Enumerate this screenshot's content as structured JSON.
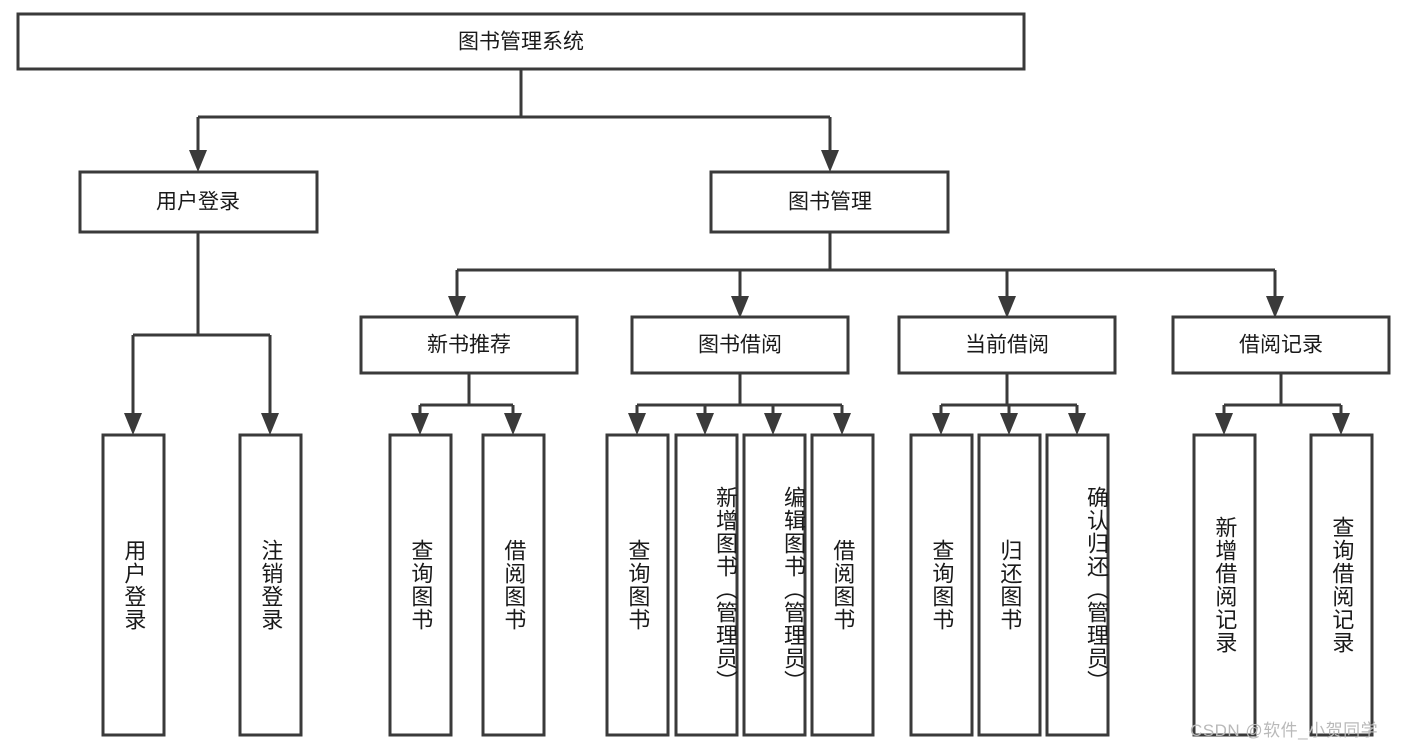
{
  "diagram": {
    "type": "tree",
    "title": "图书管理系统",
    "root": {
      "id": "root",
      "label": "图书管理系统",
      "orientation": "horizontal"
    },
    "level1": [
      {
        "id": "user-login",
        "label": "用户登录",
        "orientation": "horizontal"
      },
      {
        "id": "book-management",
        "label": "图书管理",
        "orientation": "horizontal"
      }
    ],
    "level2": [
      {
        "id": "new-book-recommend",
        "label": "新书推荐",
        "parent": "book-management",
        "orientation": "horizontal"
      },
      {
        "id": "book-borrow",
        "label": "图书借阅",
        "parent": "book-management",
        "orientation": "horizontal"
      },
      {
        "id": "current-borrow",
        "label": "当前借阅",
        "parent": "book-management",
        "orientation": "horizontal"
      },
      {
        "id": "borrow-record",
        "label": "借阅记录",
        "parent": "book-management",
        "orientation": "horizontal"
      }
    ],
    "leaves": [
      {
        "id": "leaf-user-login",
        "label": "用户登录",
        "parent": "user-login",
        "orientation": "vertical"
      },
      {
        "id": "leaf-user-logout",
        "label": "注销登录",
        "parent": "user-login",
        "orientation": "vertical"
      },
      {
        "id": "leaf-query-book-1",
        "label": "查询图书",
        "parent": "new-book-recommend",
        "orientation": "vertical"
      },
      {
        "id": "leaf-borrow-book-1",
        "label": "借阅图书",
        "parent": "new-book-recommend",
        "orientation": "vertical"
      },
      {
        "id": "leaf-query-book-2",
        "label": "查询图书",
        "parent": "book-borrow",
        "orientation": "vertical"
      },
      {
        "id": "leaf-add-book",
        "label": "新增图书（管理员）",
        "parent": "book-borrow",
        "orientation": "vertical"
      },
      {
        "id": "leaf-edit-book",
        "label": "编辑图书（管理员）",
        "parent": "book-borrow",
        "orientation": "vertical"
      },
      {
        "id": "leaf-borrow-book-2",
        "label": "借阅图书",
        "parent": "book-borrow",
        "orientation": "vertical"
      },
      {
        "id": "leaf-query-book-3",
        "label": "查询图书",
        "parent": "current-borrow",
        "orientation": "vertical"
      },
      {
        "id": "leaf-return-book",
        "label": "归还图书",
        "parent": "current-borrow",
        "orientation": "vertical"
      },
      {
        "id": "leaf-confirm-return",
        "label": "确认归还（管理员）",
        "parent": "current-borrow",
        "orientation": "vertical"
      },
      {
        "id": "leaf-add-record",
        "label": "新增借阅记录",
        "parent": "borrow-record",
        "orientation": "vertical"
      },
      {
        "id": "leaf-query-record",
        "label": "查询借阅记录",
        "parent": "borrow-record",
        "orientation": "vertical"
      }
    ],
    "colors": {
      "box_stroke": "#3a3a3a",
      "box_fill": "#ffffff",
      "connector": "#3a3a3a",
      "text": "#1a1a1a",
      "background": "#ffffff",
      "watermark": "#b9b9b9"
    }
  },
  "watermark": {
    "text": "CSDN @软件_小贺同学"
  }
}
